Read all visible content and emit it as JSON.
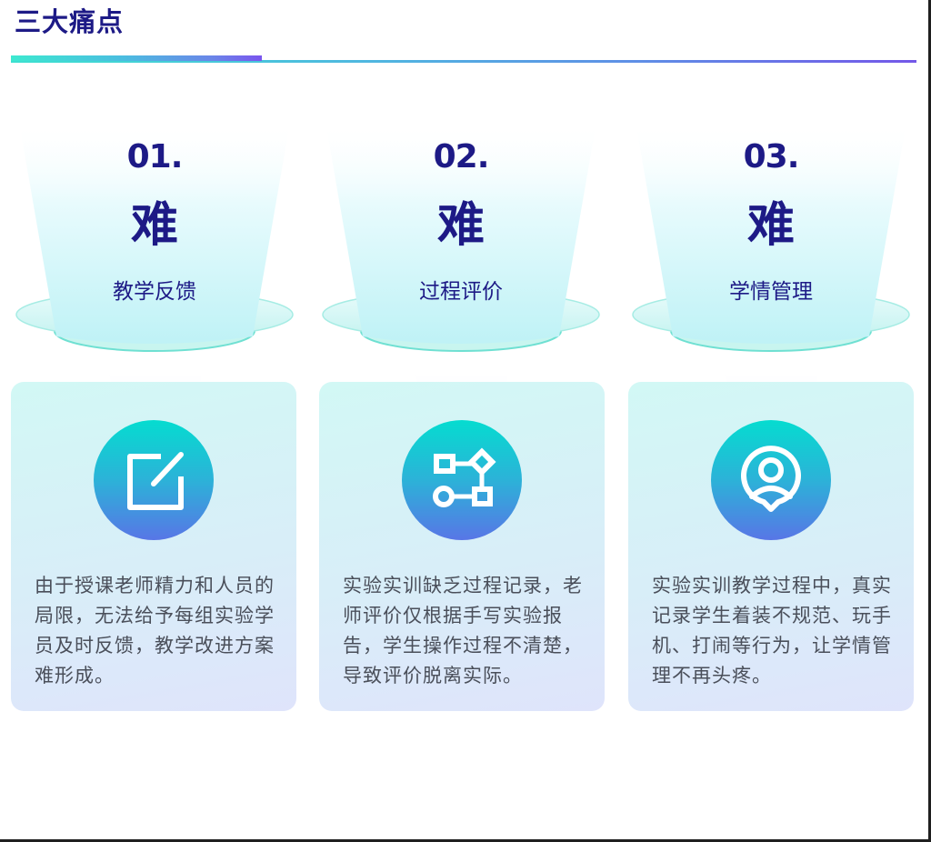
{
  "header": {
    "title": "三大痛点"
  },
  "colors": {
    "title": "#1d1a86",
    "accent_teal": "#05dcd0",
    "accent_purple": "#7357e8",
    "body_text": "#4a4f5a"
  },
  "pain_points": [
    {
      "number": "01.",
      "big_char": "难",
      "label": "教学反馈",
      "icon": "edit-icon",
      "description": "由于授课老师精力和人员的局限，无法给予每组实验学员及时反馈，教学改进方案难形成。"
    },
    {
      "number": "02.",
      "big_char": "难",
      "label": "过程评价",
      "icon": "flowchart-icon",
      "description": "实验实训缺乏过程记录，老师评价仅根据手写实验报告，学生操作过程不清楚，导致评价脱离实际。"
    },
    {
      "number": "03.",
      "big_char": "难",
      "label": "学情管理",
      "icon": "user-location-icon",
      "description": "实验实训教学过程中，真实记录学生着装不规范、玩手机、打闹等行为，让学情管理不再头疼。"
    }
  ]
}
